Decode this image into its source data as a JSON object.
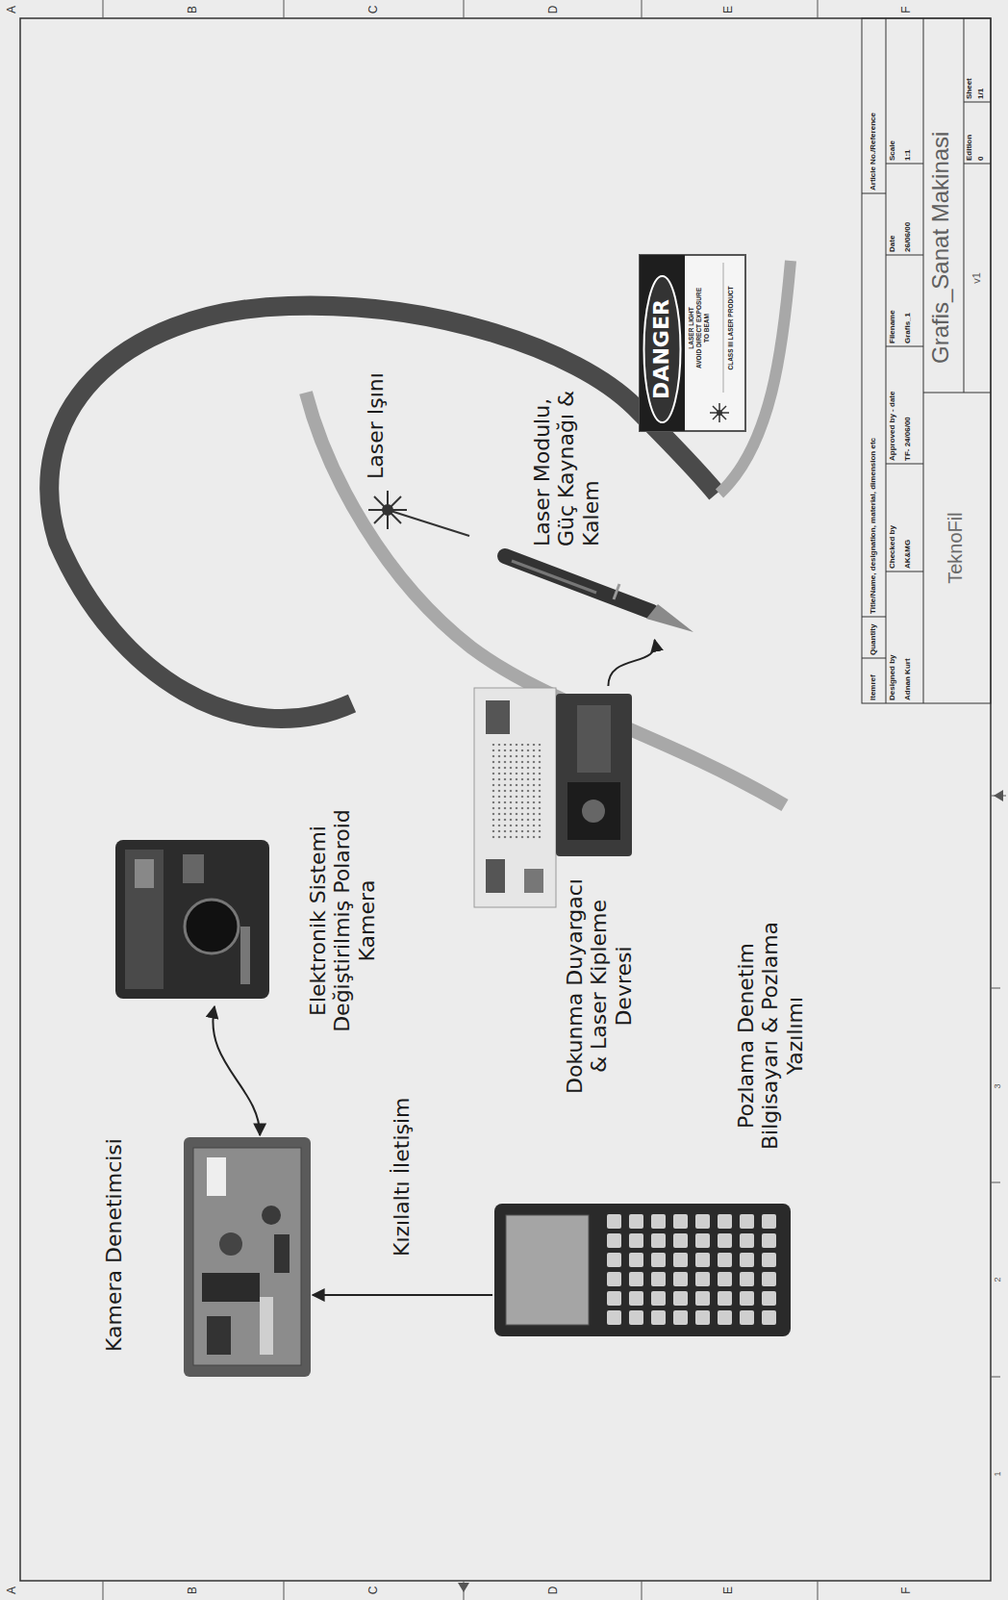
{
  "diagram": {
    "nodes": [
      {
        "text": [
          "Kamera Denetimcisi"
        ]
      },
      {
        "text": [
          "Elektronik Sistemi Değiştirilmiş Polaroid Kamera"
        ]
      },
      {
        "text": [
          "Pozlama Denetim Bilgisayarı & Pozlama Yazılımı"
        ]
      },
      {
        "text": [
          "Dokunma Duyargacı & Laser Kipleme Devresi"
        ]
      },
      {
        "text": [
          "Laser Modulu, Güç Kaynağı & Kalem"
        ]
      }
    ],
    "edges": [
      {
        "from": 0,
        "to": 1,
        "arrow": "both"
      },
      {
        "from": 2,
        "to": 0,
        "label": "Kızılaltı İletişim",
        "arrow": "to"
      },
      {
        "from": 3,
        "to": 4,
        "arrow": "to"
      }
    ],
    "labels": [
      "Laser Işını",
      "DANGER",
      "LASER LIGHT",
      "AVOID DIRECT EXPOSURE",
      "TO BEAM",
      "CLASS III LASER PRODUCT",
      "A",
      "B",
      "C",
      "D",
      "E",
      "F",
      "A",
      "B",
      "C",
      "D",
      "E",
      "F",
      "1",
      "2",
      "3",
      "Itemref",
      "Quantity",
      "Title/Name, designation, material, dimension etc",
      "Article No./Reference",
      "Designed by",
      "Adnan Kurt",
      "Checked by",
      "AK&MG",
      "Approved by - date",
      "TF- 24/06/00",
      "Filename",
      "Grafis_1",
      "Date",
      "26/06/00",
      "Scale",
      "1:1",
      "TeknoFil",
      "Grafis_Sanat Makinasi",
      "v1",
      "Edition",
      "0",
      "Sheet",
      "1/1"
    ]
  }
}
